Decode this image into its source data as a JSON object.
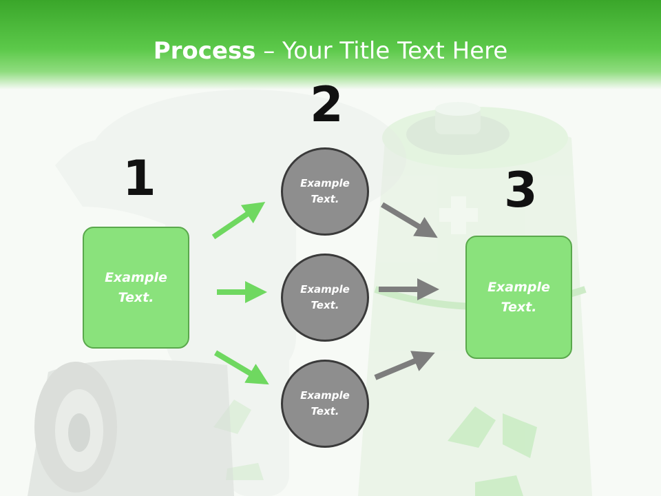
{
  "slide": {
    "title_bold": "Process",
    "title_rest": " – Your Title Text Here",
    "numbers": [
      "1",
      "2",
      "3"
    ],
    "left_box": "Example\nText.",
    "right_box": "Example\nText.",
    "circles": [
      "Example\nText.",
      "Example\nText.",
      "Example\nText."
    ]
  },
  "colors": {
    "header_green": "#4cbb3a",
    "box_green": "#8ae27c",
    "circle_gray": "#8e8e8e",
    "arrow_green": "#6fd860",
    "arrow_gray": "#7d7d7d"
  },
  "background": {
    "description_icons": [
      "battery-illustration",
      "recycle-icon",
      "figure-illustration"
    ]
  }
}
